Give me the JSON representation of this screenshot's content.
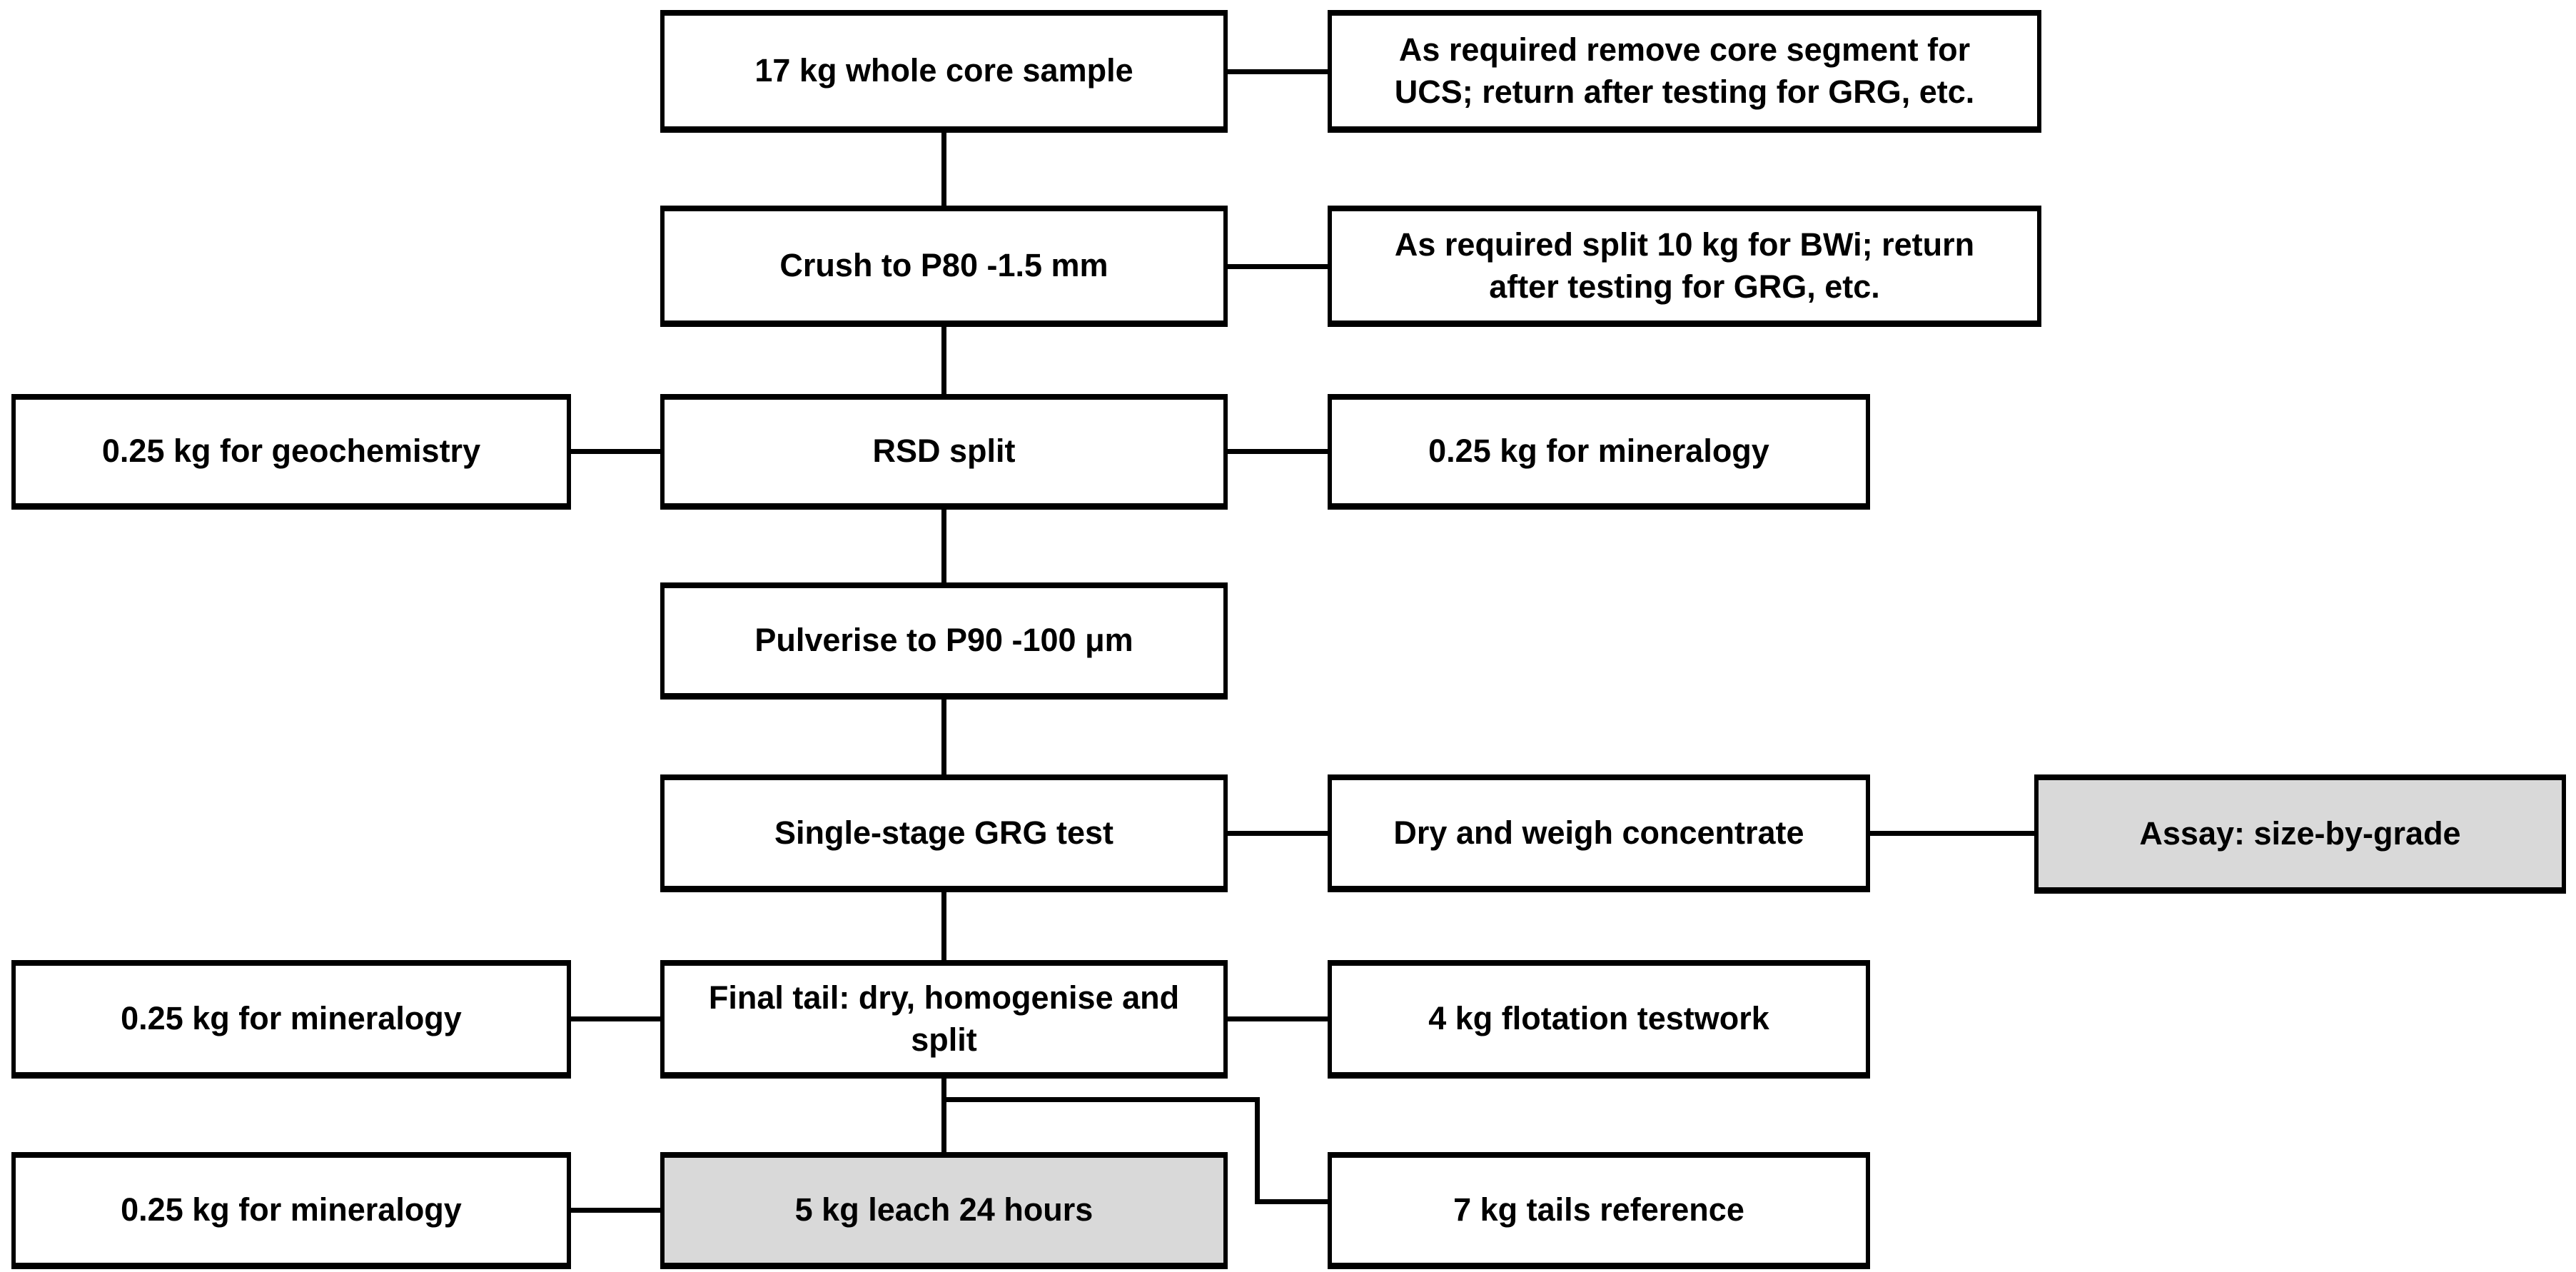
{
  "diagram": {
    "title": "GRG / metallurgical testwork sample preparation flowchart",
    "colors": {
      "background": "#ffffff",
      "line": "#000000",
      "box_fill": "#ffffff",
      "shaded_box_fill": "#d9d9d9",
      "text": "#000000"
    },
    "nodes": [
      {
        "id": "whole-core-sample",
        "text": "17 kg whole core sample",
        "shade": "white"
      },
      {
        "id": "remove-core-segment-note",
        "text": "As required remove core segment for\nUCS; return after testing for GRG, etc.",
        "shade": "white"
      },
      {
        "id": "crush",
        "text": "Crush to P80 -1.5 mm",
        "shade": "white"
      },
      {
        "id": "split-bwi-note",
        "text": "As required split 10 kg for BWi; return\nafter testing for GRG, etc.",
        "shade": "white"
      },
      {
        "id": "geochemistry-split",
        "text": "0.25 kg for geochemistry",
        "shade": "white"
      },
      {
        "id": "rsd-split",
        "text": "RSD split",
        "shade": "white"
      },
      {
        "id": "mineralogy-split-1",
        "text": "0.25 kg for mineralogy",
        "shade": "white"
      },
      {
        "id": "pulverise",
        "text": "Pulverise to P90 -100 μm",
        "shade": "white"
      },
      {
        "id": "single-stage-grg-test",
        "text": "Single-stage GRG test",
        "shade": "white"
      },
      {
        "id": "dry-weigh-concentrate",
        "text": "Dry and weigh concentrate",
        "shade": "white"
      },
      {
        "id": "assay-size-by-grade",
        "text": "Assay: size-by-grade",
        "shade": "gray"
      },
      {
        "id": "mineralogy-split-2",
        "text": "0.25 kg for mineralogy",
        "shade": "white"
      },
      {
        "id": "final-tail",
        "text": "Final tail: dry, homogenise and\nsplit",
        "shade": "white"
      },
      {
        "id": "flotation-testwork",
        "text": "4 kg flotation testwork",
        "shade": "white"
      },
      {
        "id": "mineralogy-split-3",
        "text": "0.25 kg for mineralogy",
        "shade": "white"
      },
      {
        "id": "leach-24-hours",
        "text": "5 kg leach 24 hours",
        "shade": "gray"
      },
      {
        "id": "tails-reference",
        "text": "7 kg tails reference",
        "shade": "white"
      }
    ]
  }
}
